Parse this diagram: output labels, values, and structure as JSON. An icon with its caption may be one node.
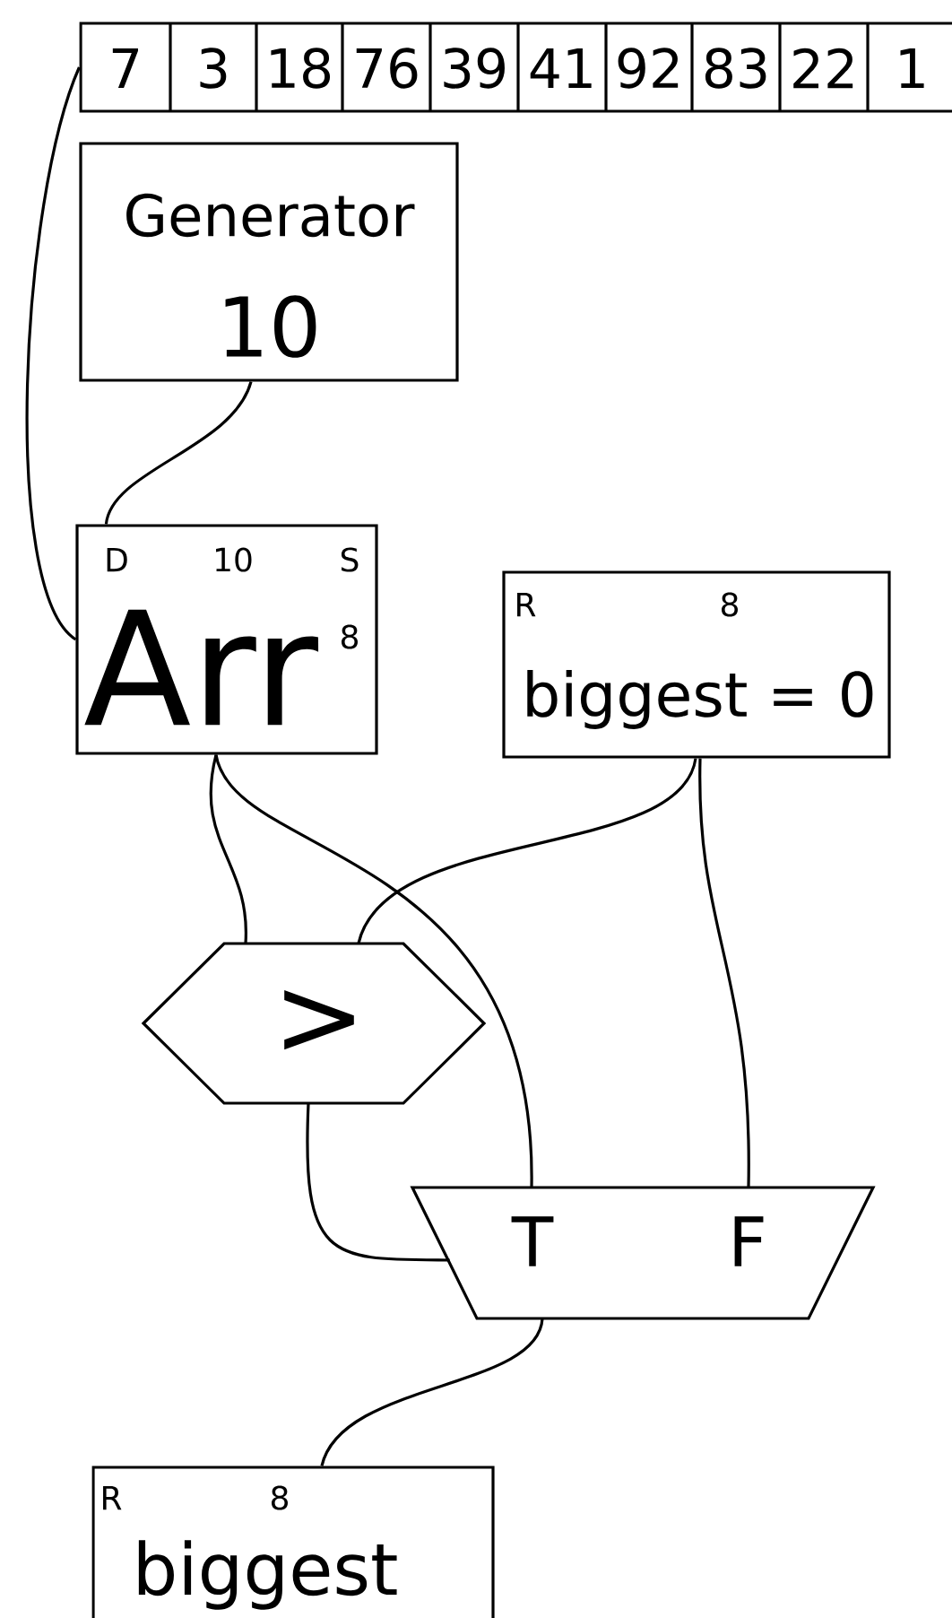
{
  "diagram": {
    "nodes": [
      {
        "text": [
          "7",
          "3",
          "18",
          "76",
          "39",
          "41",
          "92",
          "83",
          "22",
          "1"
        ]
      },
      {
        "text": [
          "Generator",
          "10"
        ]
      },
      {
        "text": [
          "D",
          "10",
          "S",
          "Arr",
          "8"
        ]
      },
      {
        "text": [
          "R",
          "8",
          "biggest = 0"
        ]
      },
      {
        "text": [
          ">"
        ]
      },
      {
        "text": [
          "T",
          "F"
        ]
      },
      {
        "text": [
          "R",
          "8",
          "biggest"
        ]
      }
    ],
    "edges": [
      {
        "from": 0,
        "to": 2,
        "arrow": "none"
      },
      {
        "from": 1,
        "to": 2,
        "arrow": "none"
      },
      {
        "from": 2,
        "to": 4,
        "arrow": "none"
      },
      {
        "from": 2,
        "to": 5,
        "arrow": "none"
      },
      {
        "from": 3,
        "to": 4,
        "arrow": "none"
      },
      {
        "from": 3,
        "to": 5,
        "arrow": "none"
      },
      {
        "from": 4,
        "to": 5,
        "arrow": "none"
      },
      {
        "from": 5,
        "to": 6,
        "arrow": "none"
      }
    ]
  }
}
